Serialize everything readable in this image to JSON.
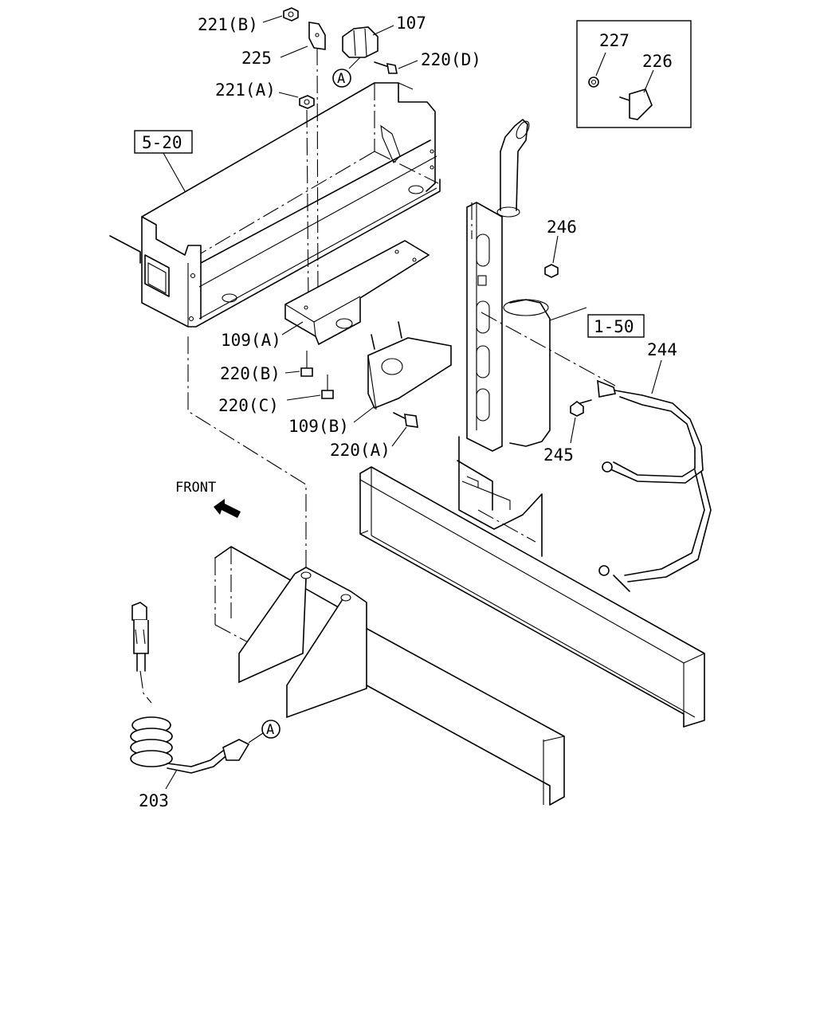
{
  "labels": {
    "p221b": "221(B)",
    "p225": "225",
    "p107": "107",
    "p220d": "220(D)",
    "p221a": "221(A)",
    "ref520": "5-20",
    "p109a": "109(A)",
    "p220b": "220(B)",
    "p220c": "220(C)",
    "p109b": "109(B)",
    "p220a": "220(A)",
    "p227": "227",
    "p226": "226",
    "p246": "246",
    "ref150": "1-50",
    "p244": "244",
    "p245": "245",
    "front": "FRONT",
    "p203": "203",
    "circleA1": "A",
    "circleA2": "A"
  }
}
